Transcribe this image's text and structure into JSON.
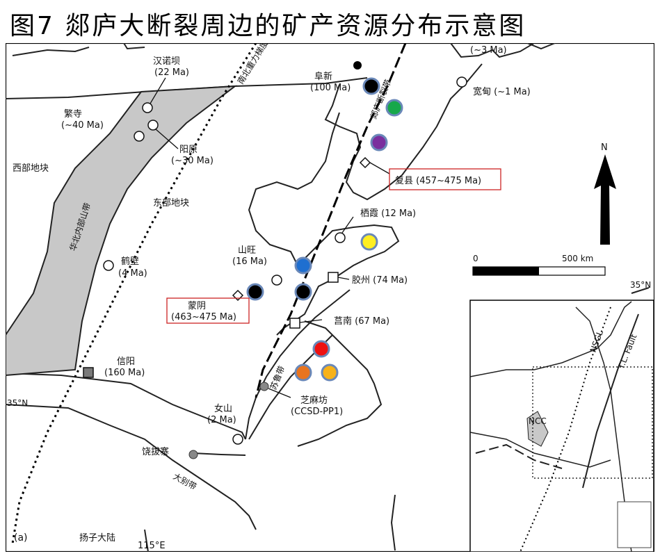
{
  "title": "图7   郯庐大断裂周边的矿产资源分布示意图",
  "panel_label": "(a)",
  "regions": {
    "west_block": "西部地块",
    "east_block": "东部地块",
    "orogen": "华北内部山带",
    "nsgl": "南北重力梯度带",
    "tanlu": "郯庐断裂带",
    "sulu": "苏鲁带",
    "dabie": "大别带",
    "yangtze": "扬子大陆"
  },
  "sites": {
    "hannuoba": "汉诺坝",
    "hannuoba_age": "(22 Ma)",
    "fansi": "繁寺",
    "fansi_age": "(~40 Ma)",
    "yangyuan": "阳原",
    "yangyuan_age": "(~30 Ma)",
    "fuxin": "阜新",
    "fuxin_age": "(100 Ma)",
    "kuandian": "宽甸 (~1 Ma)",
    "top_age": "(~3 Ma)",
    "fuxian": "复县 (457~475 Ma)",
    "qixia": "栖霞 (12 Ma)",
    "shanwang": "山旺",
    "shanwang_age": "(16 Ma)",
    "hebi": "鹤壁",
    "hebi_age": "(4 Ma)",
    "jiaozhou": "胶州 (74 Ma)",
    "mengyin": "蒙阴",
    "mengyin_age": "(463~475 Ma)",
    "junan": "莒南 (67 Ma)",
    "xinyang": "信阳",
    "xinyang_age": "(160 Ma)",
    "nvshan": "女山",
    "nvshan_age": "(2 Ma)",
    "zhimafang": "芝麻坊",
    "ccsd": "(CCSD-PP1)",
    "raobazhai": "饶拔寨"
  },
  "coords": {
    "lat_left": "35°N",
    "lat_right": "35°N",
    "lon_bottom": "115°E"
  },
  "north_label": "N",
  "scale": {
    "zero": "0",
    "max": "500 km"
  },
  "inset": {
    "nsgl": "NSGL",
    "tl_fault": "T.L. Fault",
    "ncc": "NCC"
  },
  "colors": {
    "orogen_fill": "#c8c8c8",
    "blue": "#1f6fd0",
    "green": "#17a84a",
    "purple": "#7a2f9e",
    "yellow": "#ffee22",
    "red": "#ee1111",
    "orange": "#e8741f",
    "amber": "#f7b21a",
    "marker_ring": "#6a88b8",
    "box_red": "#cc2222"
  },
  "markers": [
    {
      "name": "black-circle-marker",
      "color": "#000000"
    },
    {
      "name": "green-circle-marker",
      "color": "#17a84a"
    },
    {
      "name": "purple-circle-marker",
      "color": "#7a2f9e"
    },
    {
      "name": "yellow-circle-marker",
      "color": "#ffee22"
    },
    {
      "name": "blue-circle-marker",
      "color": "#1f6fd0"
    },
    {
      "name": "black-circle-marker",
      "color": "#000000"
    },
    {
      "name": "black-circle-marker",
      "color": "#000000"
    },
    {
      "name": "red-circle-marker",
      "color": "#ee1111"
    },
    {
      "name": "orange-circle-marker",
      "color": "#e8741f"
    },
    {
      "name": "amber-circle-marker",
      "color": "#f7b21a"
    }
  ]
}
